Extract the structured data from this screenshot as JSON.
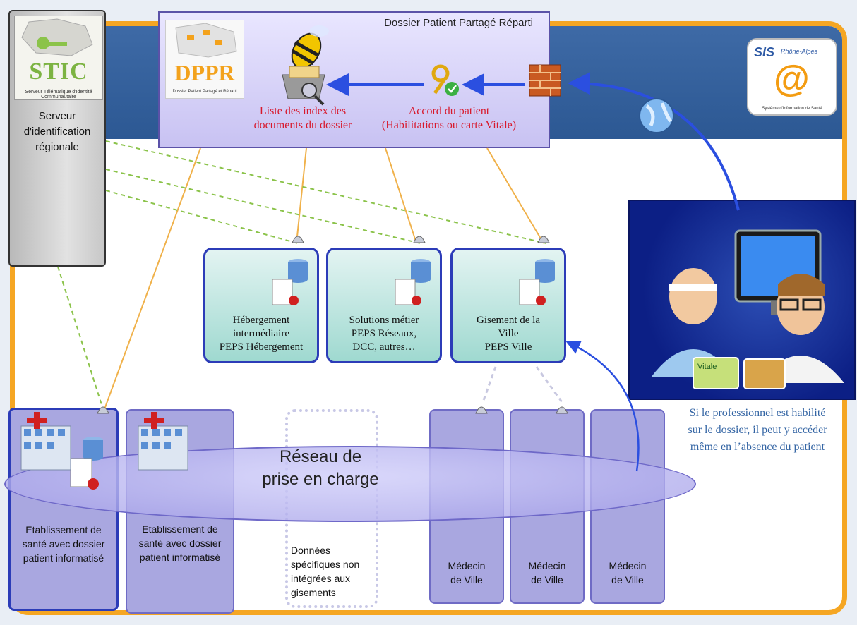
{
  "dppr": {
    "title": "Dossier Patient Partagé Réparti",
    "logo_text": "DPPR",
    "logo_subtitle": "Dossier Patient Partagé et Réparti",
    "index_caption": "Liste des index des\ndocuments du dossier",
    "consent_caption": "Accord du patient\n(Habilitations ou carte Vitale)"
  },
  "stic": {
    "logo_text": "STIC",
    "logo_subtitle": "Serveur Télématique d'Identité Communautaire",
    "label": "Serveur\nd'identification\nrégionale"
  },
  "sis": {
    "logo_text": "SIS",
    "logo_region": "Rhône-Alpes",
    "logo_subtitle": "Système d'Information de Santé"
  },
  "peps": [
    {
      "label": "Hébergement\nintermédiaire\nPEPS Hébergement"
    },
    {
      "label": "Solutions métier\nPEPS Réseaux,\nDCC, autres…"
    },
    {
      "label": "Gisement de la\nVille\nPEPS Ville"
    }
  ],
  "columns": [
    {
      "label": "Etablissement de\nsanté avec dossier\npatient informatisé"
    },
    {
      "label": "Etablissement de\nsanté avec dossier\npatient informatisé"
    },
    {
      "label": "Données\nspécifiques non\nintégrées aux\ngisements"
    },
    {
      "label": "Médecin\nde Ville"
    },
    {
      "label": "Médecin\nde Ville"
    },
    {
      "label": "Médecin\nde Ville"
    }
  ],
  "network": {
    "label": "Réseau de\nprise en charge"
  },
  "professional": {
    "vitale_label": "Vitale",
    "caption": "Si le professionnel est habilité\nsur le dossier, il peut y accéder\nmême en l’absence du patient"
  },
  "colors": {
    "frame": "#f5a623",
    "band": "#2c5893",
    "arrow": "#2b4fe0",
    "red_text": "#d8192c",
    "column_fill": "#a9a7e0",
    "peps_border": "#2c3cb8",
    "peps_fill": "#9fd9d0"
  },
  "icons": [
    "bee-icon",
    "index-box-icon",
    "key-icon",
    "firewall-icon",
    "globe-icon",
    "database-icon",
    "document-icon",
    "hospital-icon",
    "plug-icon",
    "doctor-patient-icon"
  ]
}
